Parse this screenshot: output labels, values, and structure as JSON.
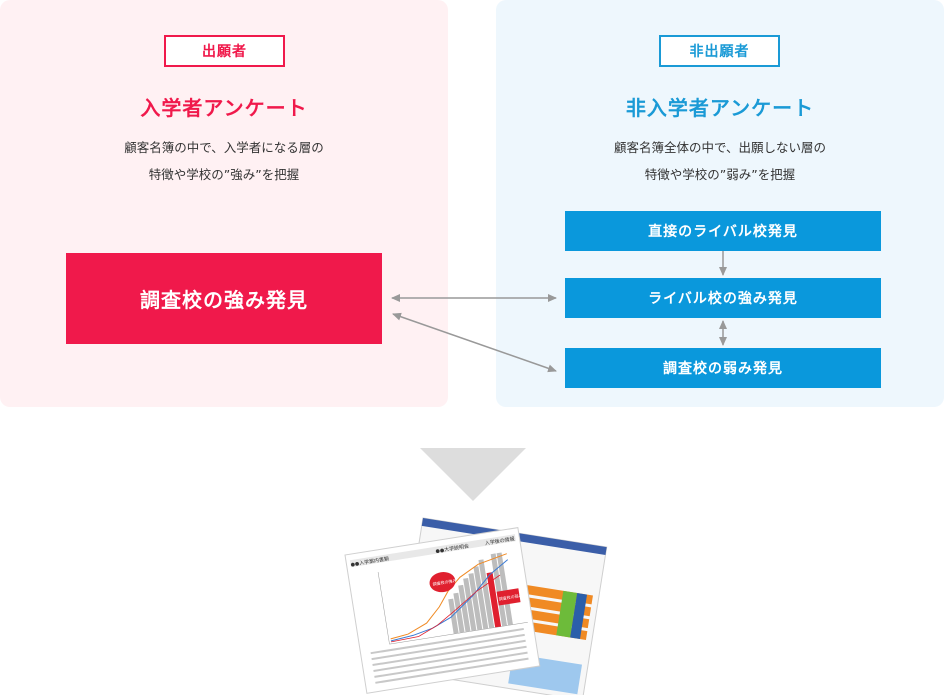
{
  "left": {
    "tag": "出願者",
    "title": "入学者アンケート",
    "desc_line1": "顧客名簿の中で、入学者になる層の",
    "desc_line2": "特徴や学校の”強み”を把握",
    "box": "調査校の強み発見"
  },
  "right": {
    "tag": "非出願者",
    "title": "非入学者アンケート",
    "desc_line1": "顧客名簿全体の中で、出願しない層の",
    "desc_line2": "特徴や学校の”弱み”を把握",
    "boxes": [
      "直接のライバル校発見",
      "ライバル校の強み発見",
      "調査校の弱み発見"
    ]
  },
  "colors": {
    "left_accent": "#f0194b",
    "right_accent": "#1a9ad6",
    "left_bg": "#fff1f3",
    "right_bg": "#eef7fd",
    "arrow": "#999999",
    "down_arrow": "#dddddd"
  },
  "report_image": {
    "header_a": "●●入学案内書類",
    "header_b": "●●大学説明会",
    "header_c": "入学後の情報",
    "callout_left": "調査校の強み",
    "callout_right": "調査校の弱み"
  }
}
